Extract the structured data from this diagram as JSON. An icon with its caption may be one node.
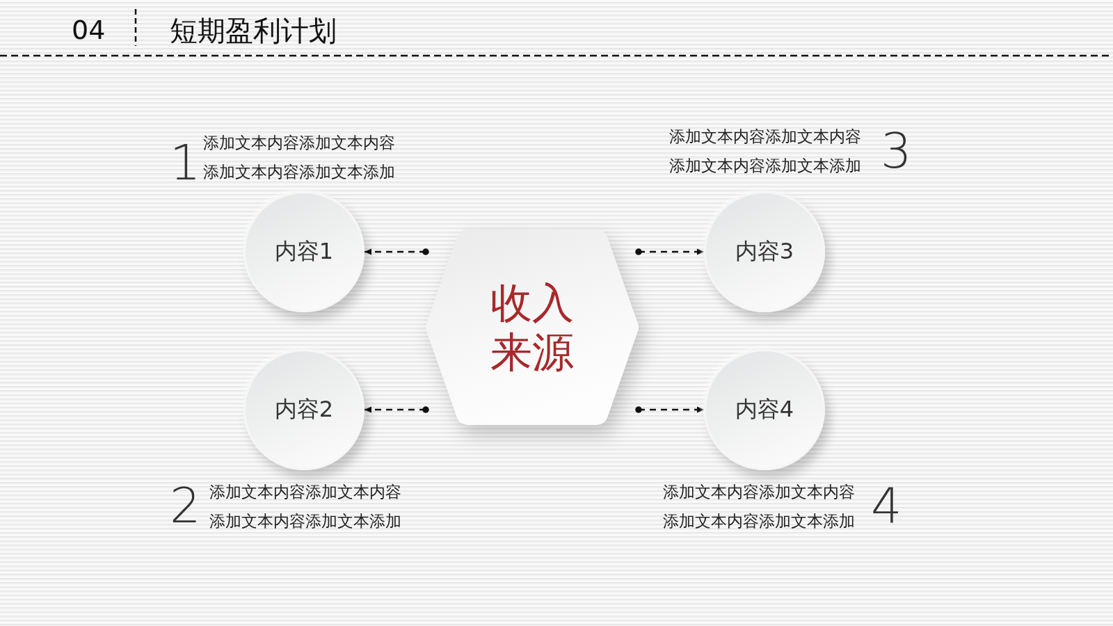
{
  "diagram": {
    "title": "短期盈利计划",
    "nodes": [
      {
        "text": [
          "收入来源"
        ]
      },
      {
        "text": [
          "内容1"
        ],
        "beside": [
          "1",
          "添加文本内容添加文本内容添加文本内容添加文本添加"
        ]
      },
      {
        "text": [
          "内容2"
        ],
        "beside": [
          "2",
          "添加文本内容添加文本内容添加文本内容添加文本添加"
        ]
      },
      {
        "text": [
          "内容3"
        ],
        "beside": [
          "添加文本内容添加文本内容添加文本内容添加文本添加",
          "3"
        ]
      },
      {
        "text": [
          "内容4"
        ],
        "beside": [
          "添加文本内容添加文本内容添加文本内容添加文本添加",
          "4"
        ]
      }
    ],
    "edges": [
      {
        "from": 0,
        "to": 1,
        "arrow": "to",
        "style": "dashed"
      },
      {
        "from": 0,
        "to": 2,
        "arrow": "to",
        "style": "dashed"
      },
      {
        "from": 0,
        "to": 3,
        "arrow": "to",
        "style": "dashed"
      },
      {
        "from": 0,
        "to": 4,
        "arrow": "to",
        "style": "dashed"
      }
    ],
    "labels": [
      "04"
    ]
  }
}
